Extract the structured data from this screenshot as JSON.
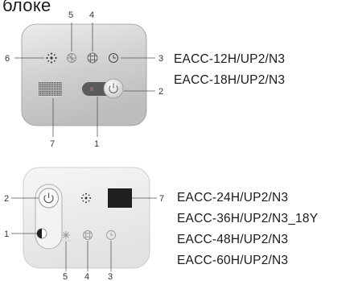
{
  "title": "блоке",
  "panel_top": {
    "callouts": {
      "c1": "1",
      "c2": "2",
      "c3": "3",
      "c4": "4",
      "c5": "5",
      "c6": "6",
      "c7": "7"
    },
    "models": [
      "EACC-12H/UP2/N3",
      "EACC-18H/UP2/N3"
    ]
  },
  "panel_bottom": {
    "callouts": {
      "c1": "1",
      "c2": "2",
      "c3": "3",
      "c4": "4",
      "c5": "5",
      "c7": "7"
    },
    "models": [
      "EACC-24H/UP2/N3",
      "EACC-36H/UP2/N3_18Y",
      "EACC-48H/UP2/N3",
      "EACC-60H/UP2/N3"
    ]
  },
  "icons": [
    "power-icon",
    "fan-icon",
    "snowflake-icon",
    "grid-icon",
    "clock-icon",
    "display-icon",
    "led-icon"
  ]
}
